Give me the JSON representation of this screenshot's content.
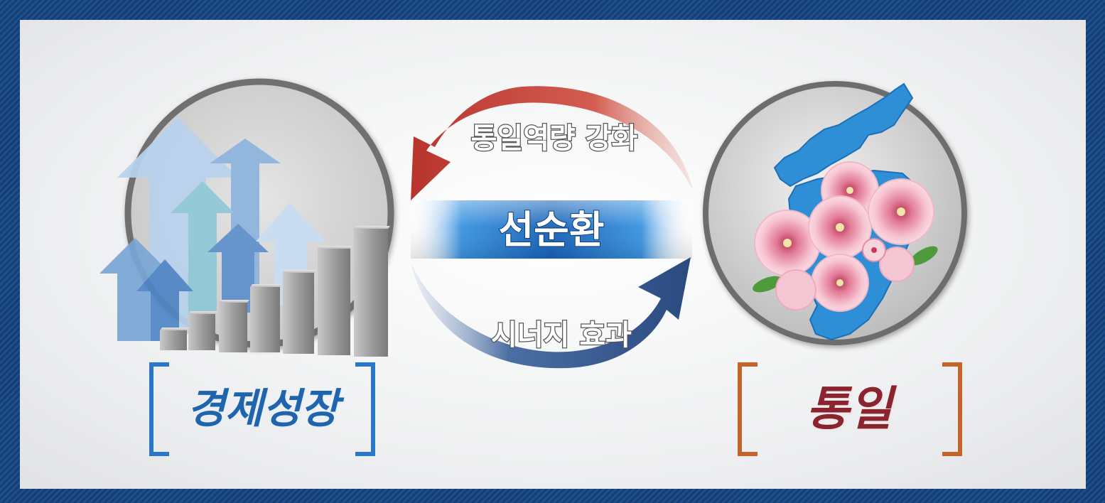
{
  "arrows": {
    "top_label": "통일역량 강화",
    "bottom_label": "시너지 효과",
    "center_label": "선순환"
  },
  "left": {
    "label": "경제성장"
  },
  "right": {
    "label": "통일"
  },
  "colors": {
    "frame_blue": "#1d4f8e",
    "top_arrow_red": "#c1413a",
    "bottom_arrow_navy": "#2f5189",
    "center_band_blue": "#1f73c6",
    "left_bracket_blue": "#2a77c5",
    "right_bracket_orange": "#c4642a",
    "left_label_blue": "#1f64ad",
    "right_label_maroon": "#8a2530"
  }
}
